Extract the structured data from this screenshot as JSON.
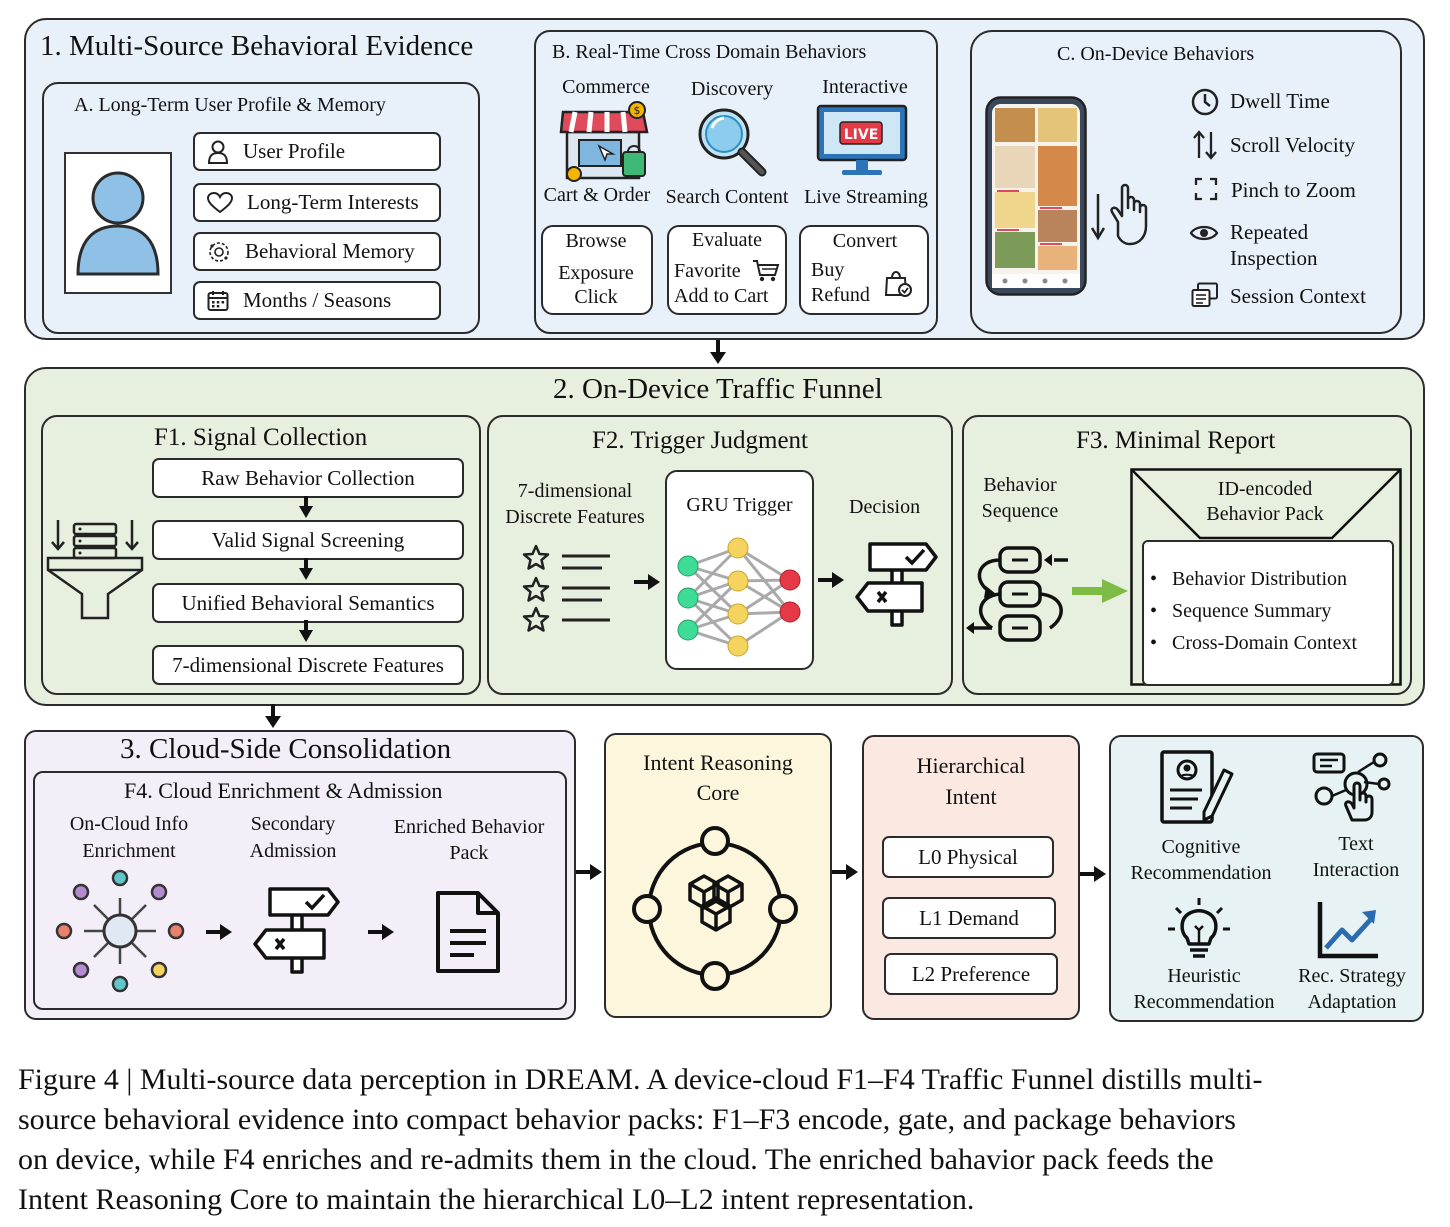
{
  "section1": {
    "title": "1. Multi-Source Behavioral Evidence",
    "profile": {
      "title": "A. Long-Term User Profile & Memory",
      "items": [
        "User Profile",
        "Long-Term Interests",
        "Behavioral Memory",
        "Months / Seasons"
      ],
      "icons": [
        "user-icon",
        "heart-icon",
        "brain-gear-icon",
        "calendar-icon"
      ]
    },
    "realtime": {
      "title": "B. Real-Time Cross Domain Behaviors",
      "domains": [
        {
          "label": "Commerce",
          "sub": "Cart & Order",
          "icon": "shop-icon"
        },
        {
          "label": "Discovery",
          "sub": "Search Content",
          "icon": "magnifier-icon"
        },
        {
          "label": "Interactive",
          "sub": "Live Streaming",
          "icon": "live-monitor-icon",
          "badge": "LIVE"
        }
      ],
      "actions": [
        {
          "title": "Browse",
          "lines": [
            "Exposure",
            "Click"
          ]
        },
        {
          "title": "Evaluate",
          "lines": [
            "Favorite",
            "Add to Cart"
          ]
        },
        {
          "title": "Convert",
          "lines": [
            "Buy",
            "Refund"
          ]
        }
      ]
    },
    "ondevice": {
      "title": "C. On-Device Behaviors",
      "items": [
        {
          "label": "Dwell Time",
          "icon": "clock-icon"
        },
        {
          "label": "Scroll Velocity",
          "icon": "up-down-arrows-icon"
        },
        {
          "label": "Pinch to Zoom",
          "icon": "pinch-zoom-icon"
        },
        {
          "label": "Repeated",
          "label2": "Inspection",
          "icon": "eye-icon"
        },
        {
          "label": "Session Context",
          "icon": "session-icon"
        }
      ]
    }
  },
  "section2": {
    "title": "2. On-Device Traffic Funnel",
    "f1": {
      "title": "F1. Signal Collection",
      "steps": [
        "Raw Behavior Collection",
        "Valid Signal Screening",
        "Unified Behavioral Semantics",
        "7-dimensional Discrete Features"
      ]
    },
    "f2": {
      "title": "F2. Trigger Judgment",
      "input_l1": "7-dimensional",
      "input_l2": "Discrete Features",
      "gru": "GRU Trigger",
      "decision": "Decision"
    },
    "f3": {
      "title": "F3. Minimal Report",
      "seq_l1": "Behavior",
      "seq_l2": "Sequence",
      "pack_l1": "ID-encoded",
      "pack_l2": "Behavior Pack",
      "bullets": [
        "Behavior Distribution",
        "Sequence Summary",
        "Cross-Domain Context"
      ]
    }
  },
  "section3": {
    "title": "3. Cloud-Side Consolidation",
    "f4": {
      "title": "F4. Cloud Enrichment & Admission",
      "cols": [
        {
          "l1": "On-Cloud Info",
          "l2": "Enrichment"
        },
        {
          "l1": "Secondary",
          "l2": "Admission"
        },
        {
          "l1": "Enriched Behavior",
          "l2": "Pack"
        }
      ]
    }
  },
  "core": {
    "l1": "Intent Reasoning",
    "l2": "Core"
  },
  "intent": {
    "l1": "Hierarchical",
    "l2": "Intent",
    "levels": [
      "L0 Physical",
      "L1 Demand",
      "L2 Preference"
    ]
  },
  "outputs": [
    {
      "l1": "Cognitive",
      "l2": "Recommendation"
    },
    {
      "l1": "Text",
      "l2": "Interaction"
    },
    {
      "l1": "Heuristic",
      "l2": "Recommendation"
    },
    {
      "l1": "Rec. Strategy",
      "l2": "Adaptation"
    }
  ],
  "caption": {
    "line1": "Figure 4 | Multi-source data perception in DREAM. A device-cloud F1–F4 Traffic Funnel distills multi-",
    "line2": "source behavioral evidence into compact behavior packs: F1–F3 encode, gate, and package behaviors",
    "line3": "on device, while F4 enriches and re-admits them in the cloud. The enriched bahavior pack feeds the",
    "line4": "Intent Reasoning Core to maintain the hierarchical L0–L2 intent representation."
  },
  "colors": {
    "section1_bg": "#e8f1fa",
    "section2_bg": "#e7f0df",
    "section3_bg": "#f4eef8",
    "core_bg": "#fbf6dc",
    "intent_bg": "#fbe9e1",
    "outputs_bg": "#e6f2f3",
    "node_green": "#3ddc97",
    "node_yellow": "#f4d35e",
    "node_red": "#e63946",
    "accent_green": "#7dbb45"
  }
}
